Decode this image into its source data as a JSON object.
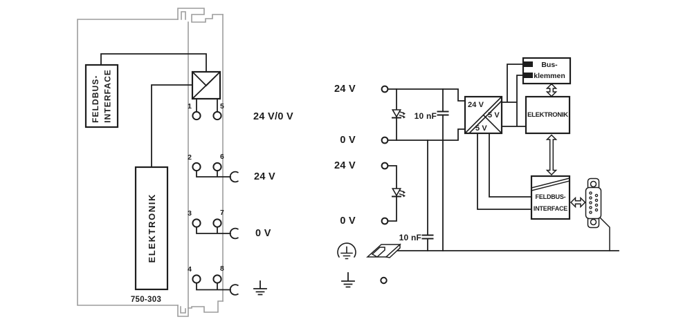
{
  "colors": {
    "line": "#1d1d1d",
    "module_outline": "#9c9c9c",
    "background": "#ffffff"
  },
  "module": {
    "part_number": "750-303",
    "feldbus_interface": {
      "line1": "FELDBUS-",
      "line2": "INTERFACE"
    },
    "elektronik": "ELEKTRONIK",
    "supply_label": "24 V/0 V",
    "terminal_rows": [
      {
        "left": "1",
        "right": "5",
        "label": ""
      },
      {
        "left": "2",
        "right": "6",
        "label": "24 V"
      },
      {
        "left": "3",
        "right": "7",
        "label": "0 V"
      },
      {
        "left": "4",
        "right": "8",
        "label": ""
      }
    ]
  },
  "schematic": {
    "supply_labels": {
      "upper_24v": "24 V",
      "upper_0v": "0 V",
      "lower_24v": "24 V",
      "lower_0v": "0 V"
    },
    "capacitor_upper": "10 nF",
    "capacitor_lower": "10 nF",
    "converter": {
      "input": "24 V",
      "output_right": "5 V",
      "output_bottom": "5 V"
    },
    "bus_klemmen": {
      "line1": "Bus-",
      "line2": "klemmen"
    },
    "elektronik": "ELEKTRONIK",
    "feldbus_interface": {
      "line1": "FELDBUS-",
      "line2": "INTERFACE"
    }
  }
}
